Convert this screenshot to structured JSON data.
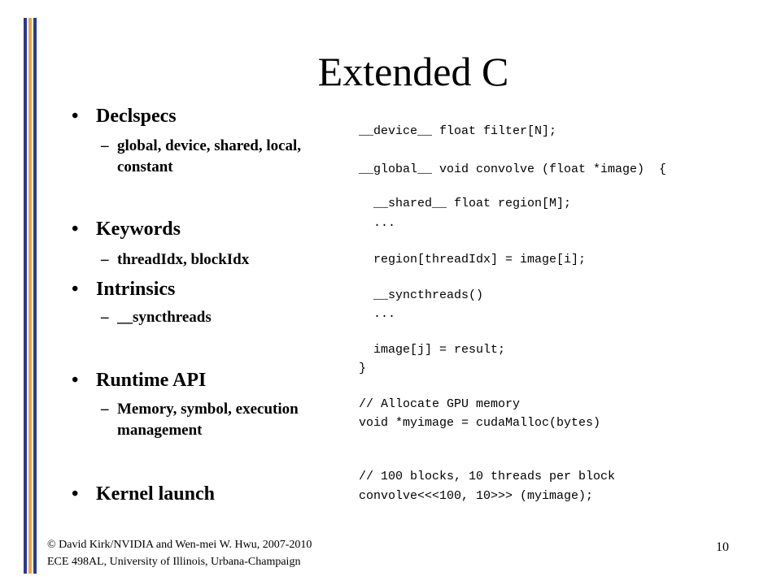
{
  "slide": {
    "title": "Extended C",
    "accent_colors": {
      "blue": "#2b3a8f",
      "orange": "#f2a23a"
    },
    "bullets": [
      {
        "label": "Declspecs",
        "sub": [
          "global, device, shared, local, constant"
        ]
      },
      {
        "label": "Keywords",
        "sub": [
          "threadIdx, blockIdx"
        ]
      },
      {
        "label": "Intrinsics",
        "sub": [
          "__syncthreads"
        ]
      },
      {
        "label": "Runtime API",
        "sub": [
          "Memory, symbol, execution management"
        ]
      },
      {
        "label": "Kernel launch",
        "sub": []
      }
    ],
    "code_lines": [
      "__device__ float filter[N];",
      "__global__ void convolve (float *image)  {",
      "  __shared__ float region[M];",
      "  ...",
      "  region[threadIdx] = image[i];",
      "  __syncthreads()",
      "  ...",
      "  image[j] = result;",
      "}",
      "// Allocate GPU memory",
      "void *myimage = cudaMalloc(bytes)",
      "// 100 blocks, 10 threads per block",
      "convolve<<<100, 10>>> (myimage);"
    ],
    "footer": {
      "line1": "© David Kirk/NVIDIA and Wen-mei W. Hwu, 2007-2010",
      "line2": "ECE 498AL, University of Illinois, Urbana-Champaign"
    },
    "page_number": "10"
  }
}
